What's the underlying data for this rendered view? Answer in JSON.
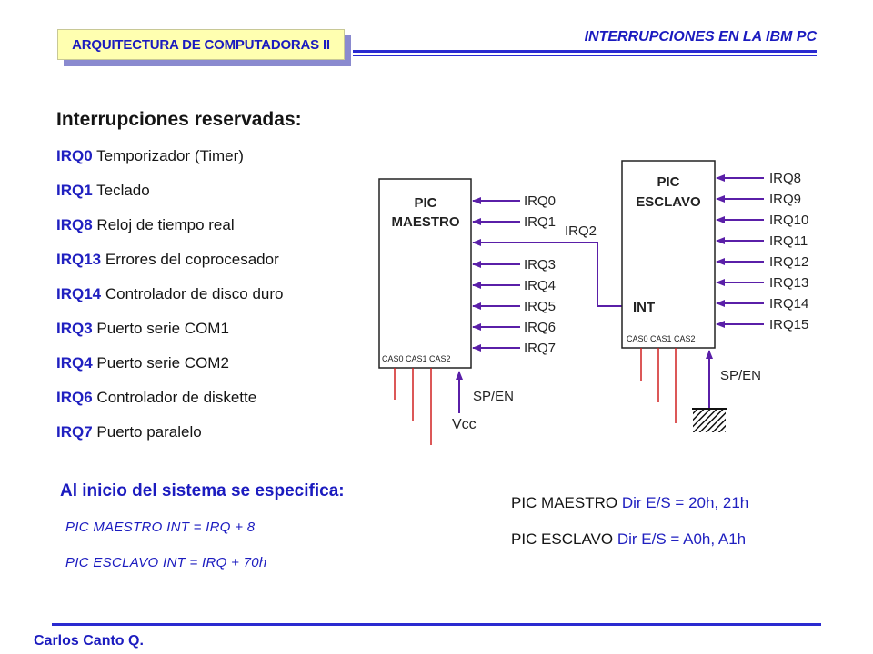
{
  "header": {
    "course": "ARQUITECTURA DE COMPUTADORAS II",
    "topic": "INTERRUPCIONES EN LA IBM PC"
  },
  "reserved": {
    "title": "Interrupciones reservadas:",
    "items": [
      {
        "code": "IRQ0",
        "desc": "Temporizador (Timer)"
      },
      {
        "code": "IRQ1",
        "desc": "Teclado"
      },
      {
        "code": "IRQ8",
        "desc": "Reloj de tiempo real"
      },
      {
        "code": "IRQ13",
        "desc": "Errores del coprocesador"
      },
      {
        "code": "IRQ14",
        "desc": "Controlador de disco duro"
      },
      {
        "code": "IRQ3",
        "desc": "Puerto serie COM1"
      },
      {
        "code": "IRQ4",
        "desc": "Puerto serie COM2"
      },
      {
        "code": "IRQ6",
        "desc": "Controlador de diskette"
      },
      {
        "code": "IRQ7",
        "desc": "Puerto paralelo"
      }
    ]
  },
  "diagram": {
    "master": {
      "title_line1": "PIC",
      "title_line2": "MAESTRO",
      "cas": "CAS0 CAS1 CAS2",
      "inputs": [
        "IRQ0",
        "IRQ1",
        "IRQ2",
        "IRQ3",
        "IRQ4",
        "IRQ5",
        "IRQ6",
        "IRQ7"
      ],
      "sp_en": "SP/EN",
      "vcc": "Vcc"
    },
    "slave": {
      "title_line1": "PIC",
      "title_line2": "ESCLAVO",
      "int_label": "INT",
      "cas": "CAS0 CAS1 CAS2",
      "inputs": [
        "IRQ8",
        "IRQ9",
        "IRQ10",
        "IRQ11",
        "IRQ12",
        "IRQ13",
        "IRQ14",
        "IRQ15"
      ],
      "sp_en": "SP/EN"
    },
    "colors": {
      "wire": "#5a1fa8",
      "cas_line": "#d02020",
      "box_border": "#222222"
    }
  },
  "init": {
    "title": "Al inicio del sistema se especifica:",
    "lines": [
      "PIC MAESTRO INT = IRQ + 8",
      "PIC ESCLAVO INT = IRQ + 70h"
    ]
  },
  "addresses": [
    {
      "chip": "PIC MAESTRO",
      "value": "Dir E/S = 20h, 21h"
    },
    {
      "chip": "PIC ESCLAVO",
      "value": "Dir E/S = A0h, A1h"
    }
  ],
  "footer": {
    "author": "Carlos Canto Q."
  }
}
